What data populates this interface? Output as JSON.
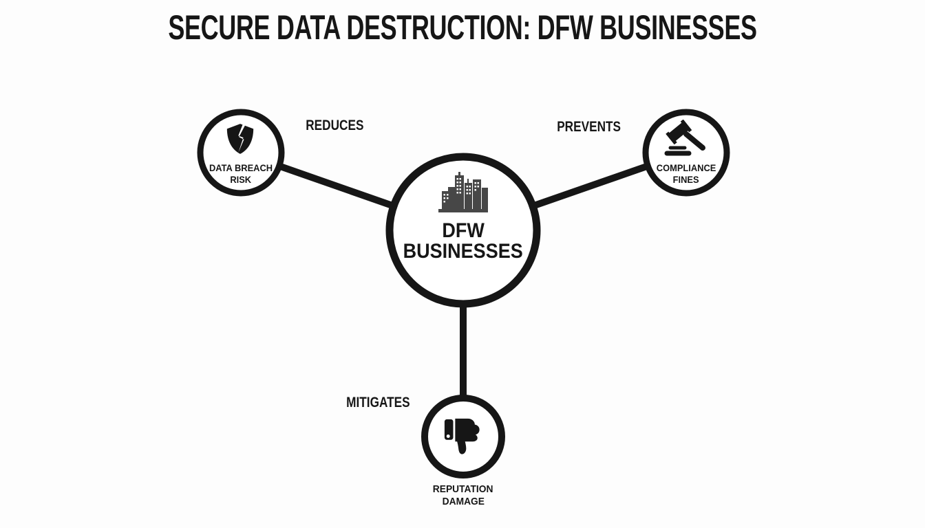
{
  "title": "SECURE DATA DESTRUCTION: DFW BUSINESSES",
  "colors": {
    "background": "#fdfdfd",
    "ink": "#161616",
    "skyline": "#474747"
  },
  "center_node": {
    "id": "dfw-businesses",
    "icon": "city-skyline-icon",
    "label_line1": "DFW",
    "label_line2": "BUSINESSES"
  },
  "spokes": [
    {
      "id": "data-breach-risk",
      "icon": "broken-shield-icon",
      "edge_label": "REDUCES",
      "label_line1": "DATA BREACH",
      "label_line2": "RISK"
    },
    {
      "id": "compliance-fines",
      "icon": "gavel-icon",
      "edge_label": "PREVENTS",
      "label_line1": "COMPLIANCE",
      "label_line2": "FINES"
    },
    {
      "id": "reputation-damage",
      "icon": "thumbs-down-icon",
      "edge_label": "MITIGATES",
      "label_line1": "REPUTATION",
      "label_line2": "DAMAGE"
    }
  ]
}
